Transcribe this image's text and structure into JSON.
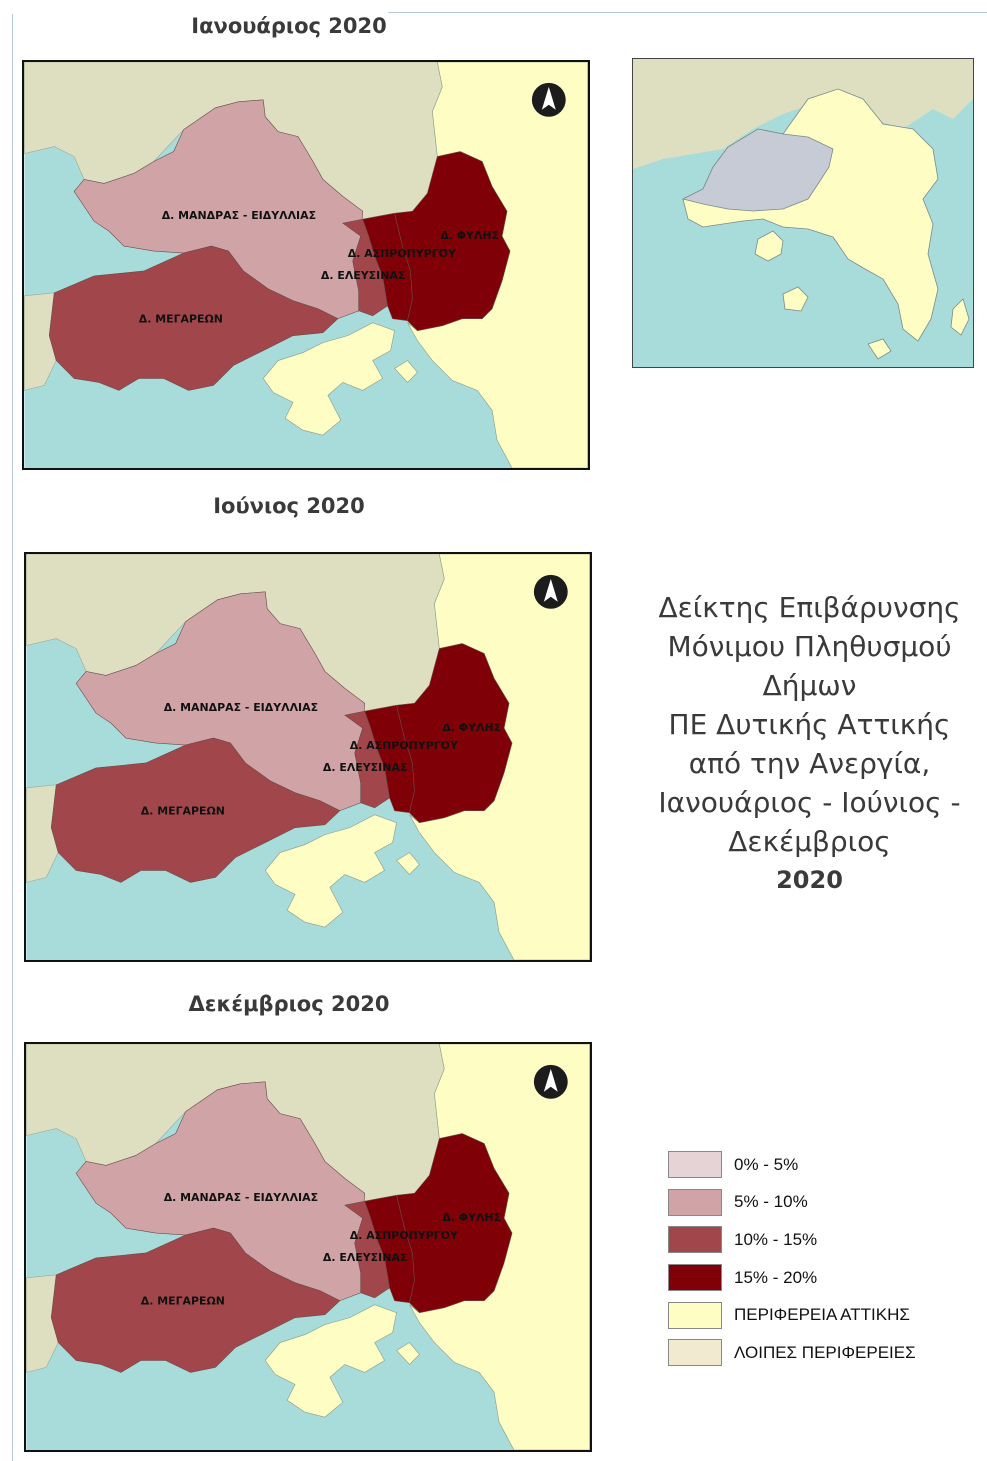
{
  "title": {
    "lines": [
      "Δείκτης Επιβάρυνσης",
      "Μόνιμου Πληθυσμού",
      "Δήμων",
      "ΠΕ Δυτικής Αττικής",
      "από την Ανεργία,",
      "Ιανουάριος - Ιούνιος -",
      "Δεκέμβριος"
    ],
    "year": "2020"
  },
  "colors": {
    "class_0_5": "#e6d3d5",
    "class_5_10": "#d0a4a7",
    "class_10_15": "#a1474b",
    "class_15_20": "#7f0006",
    "attica": "#fdfdc4",
    "other_regions": "#dedfc0",
    "sea": "#a8dcdb",
    "locator_highlight": "#c7cbd5"
  },
  "maps": [
    {
      "title": "Ιανουάριος 2020",
      "municipalities": [
        {
          "name": "Δ. ΜΑΝΔΡΑΣ - ΕΙΔΥΛΛΙΑΣ",
          "class": "5% - 10%"
        },
        {
          "name": "Δ. ΜΕΓΑΡΕΩΝ",
          "class": "10% - 15%"
        },
        {
          "name": "Δ. ΕΛΕΥΣΙΝΑΣ",
          "class": "10% - 15%"
        },
        {
          "name": "Δ. ΑΣΠΡΟΠΥΡΓΟΥ",
          "class": "15% - 20%"
        },
        {
          "name": "Δ. ΦΥΛΗΣ",
          "class": "15% - 20%"
        }
      ]
    },
    {
      "title": "Ιούνιος 2020",
      "municipalities": [
        {
          "name": "Δ. ΜΑΝΔΡΑΣ - ΕΙΔΥΛΛΙΑΣ",
          "class": "5% - 10%"
        },
        {
          "name": "Δ. ΜΕΓΑΡΕΩΝ",
          "class": "10% - 15%"
        },
        {
          "name": "Δ. ΕΛΕΥΣΙΝΑΣ",
          "class": "10% - 15%"
        },
        {
          "name": "Δ. ΑΣΠΡΟΠΥΡΓΟΥ",
          "class": "15% - 20%"
        },
        {
          "name": "Δ. ΦΥΛΗΣ",
          "class": "15% - 20%"
        }
      ]
    },
    {
      "title": "Δεκέμβριος 2020",
      "municipalities": [
        {
          "name": "Δ. ΜΑΝΔΡΑΣ - ΕΙΔΥΛΛΙΑΣ",
          "class": "5% - 10%"
        },
        {
          "name": "Δ. ΜΕΓΑΡΕΩΝ",
          "class": "10% - 15%"
        },
        {
          "name": "Δ. ΕΛΕΥΣΙΝΑΣ",
          "class": "10% - 15%"
        },
        {
          "name": "Δ. ΑΣΠΡΟΠΥΡΓΟΥ",
          "class": "15% - 20%"
        },
        {
          "name": "Δ. ΦΥΛΗΣ",
          "class": "15% - 20%"
        }
      ]
    }
  ],
  "north_arrow_icon": "north-arrow-icon",
  "legend": [
    {
      "label": "0% - 5%",
      "color": "#e6d3d5"
    },
    {
      "label": "5% - 10%",
      "color": "#d0a4a7"
    },
    {
      "label": "10% - 15%",
      "color": "#a1474b"
    },
    {
      "label": "15% - 20%",
      "color": "#7f0006"
    },
    {
      "label": "ΠΕΡΙΦΕΡΕΙΑ ΑΤΤΙΚΗΣ",
      "color": "#fdfdc4"
    },
    {
      "label": "ΛΟΙΠΕΣ ΠΕΡΙΦΕΡΕΙΕΣ",
      "color": "#f1ead0"
    }
  ]
}
